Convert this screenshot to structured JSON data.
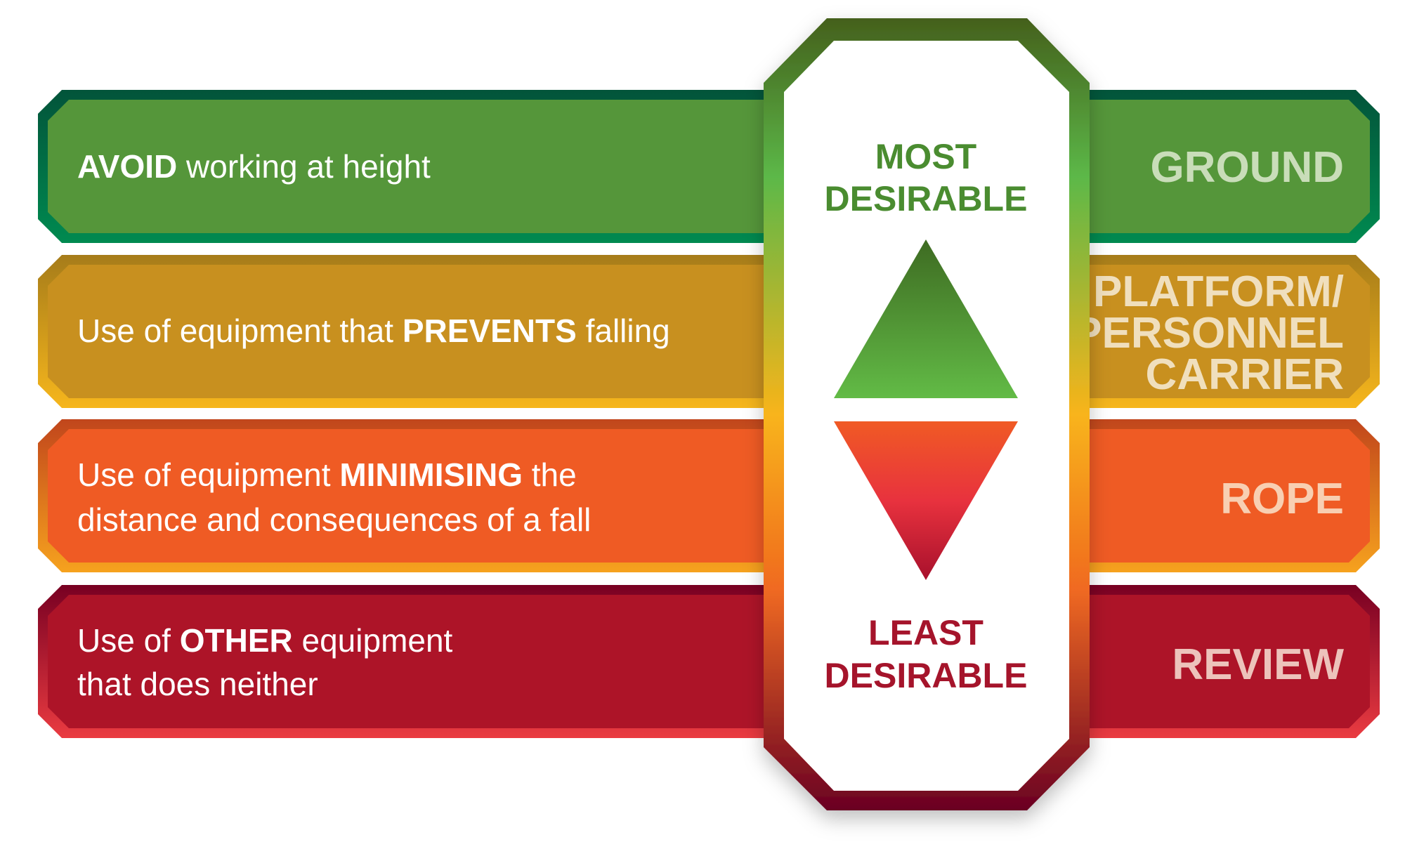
{
  "rows": [
    {
      "lines": [
        [
          {
            "t": "AVOID",
            "b": true
          },
          {
            "t": " working at height",
            "b": false
          }
        ]
      ],
      "label": [
        "GROUND"
      ],
      "fill": "#55963a",
      "border_top": "#02543a",
      "border_bottom": "#008a50",
      "label_color": "#c9ddb9"
    },
    {
      "lines": [
        [
          {
            "t": "Use of equipment that ",
            "b": false
          },
          {
            "t": "PREVENTS",
            "b": true
          },
          {
            "t": " falling",
            "b": false
          }
        ]
      ],
      "label": [
        "PLATFORM/",
        "PERSONNEL",
        "CARRIER"
      ],
      "fill": "#c8901f",
      "border_top": "#a67c1a",
      "border_bottom": "#f6b61c",
      "label_color": "#f0dfbd"
    },
    {
      "lines": [
        [
          {
            "t": "Use of equipment ",
            "b": false
          },
          {
            "t": "MINIMISING",
            "b": true
          },
          {
            "t": " the",
            "b": false
          }
        ],
        [
          {
            "t": "distance and consequences of a fall",
            "b": false
          }
        ]
      ],
      "label": [
        "ROPE"
      ],
      "fill": "#ef5b24",
      "border_top": "#c1461c",
      "border_bottom": "#f6a21e",
      "label_color": "#f8cfb2"
    },
    {
      "lines": [
        [
          {
            "t": "Use of ",
            "b": false
          },
          {
            "t": "OTHER",
            "b": true
          },
          {
            "t": " equipment",
            "b": false
          }
        ],
        [
          {
            "t": "that does neither",
            "b": false
          }
        ]
      ],
      "label": [
        "REVIEW"
      ],
      "fill": "#ad1428",
      "border_top": "#780022",
      "border_bottom": "#ea3b41",
      "label_color": "#edc3bb"
    }
  ],
  "center": {
    "top_lines": [
      "MOST",
      "DESIRABLE"
    ],
    "bottom_lines": [
      "LEAST",
      "DESIRABLE"
    ],
    "top_color": "#4a8c30",
    "bottom_color": "#a5142b"
  },
  "icons": {
    "up": "triangle-up-icon",
    "down": "triangle-down-icon"
  }
}
